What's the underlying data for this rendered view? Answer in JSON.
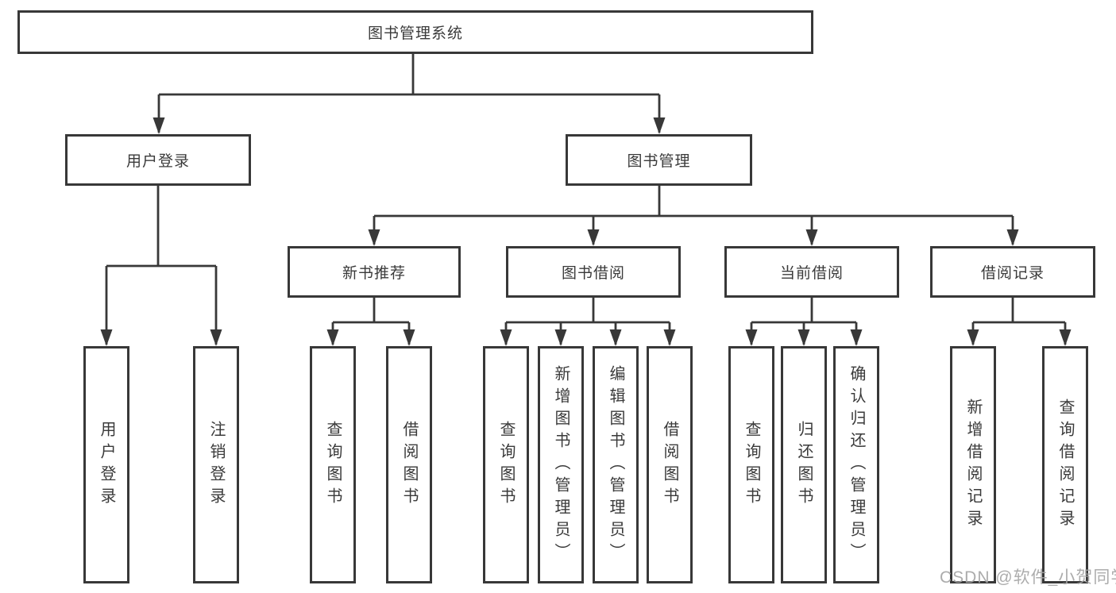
{
  "diagram": {
    "root": {
      "label": "图书管理系统"
    },
    "level2": [
      {
        "label": "用户登录"
      },
      {
        "label": "图书管理"
      }
    ],
    "level3": [
      {
        "label": "新书推荐"
      },
      {
        "label": "图书借阅"
      },
      {
        "label": "当前借阅"
      },
      {
        "label": "借阅记录"
      }
    ],
    "leaves": [
      {
        "label": "用户登录"
      },
      {
        "label": "注销登录"
      },
      {
        "label": "查询图书"
      },
      {
        "label": "借阅图书"
      },
      {
        "label": "查询图书"
      },
      {
        "label": "新增图书（管理员）"
      },
      {
        "label": "编辑图书（管理员）"
      },
      {
        "label": "借阅图书"
      },
      {
        "label": "查询图书"
      },
      {
        "label": "归还图书"
      },
      {
        "label": "确认归还（管理员）"
      },
      {
        "label": "新增借阅记录"
      },
      {
        "label": "查询借阅记录"
      }
    ],
    "colors": {
      "line": "#383838",
      "text": "#3a3a3a",
      "background": "#ffffff",
      "watermark": "#a5a5a5"
    }
  },
  "watermark": {
    "text": "CSDN @软件_小贺同学"
  }
}
